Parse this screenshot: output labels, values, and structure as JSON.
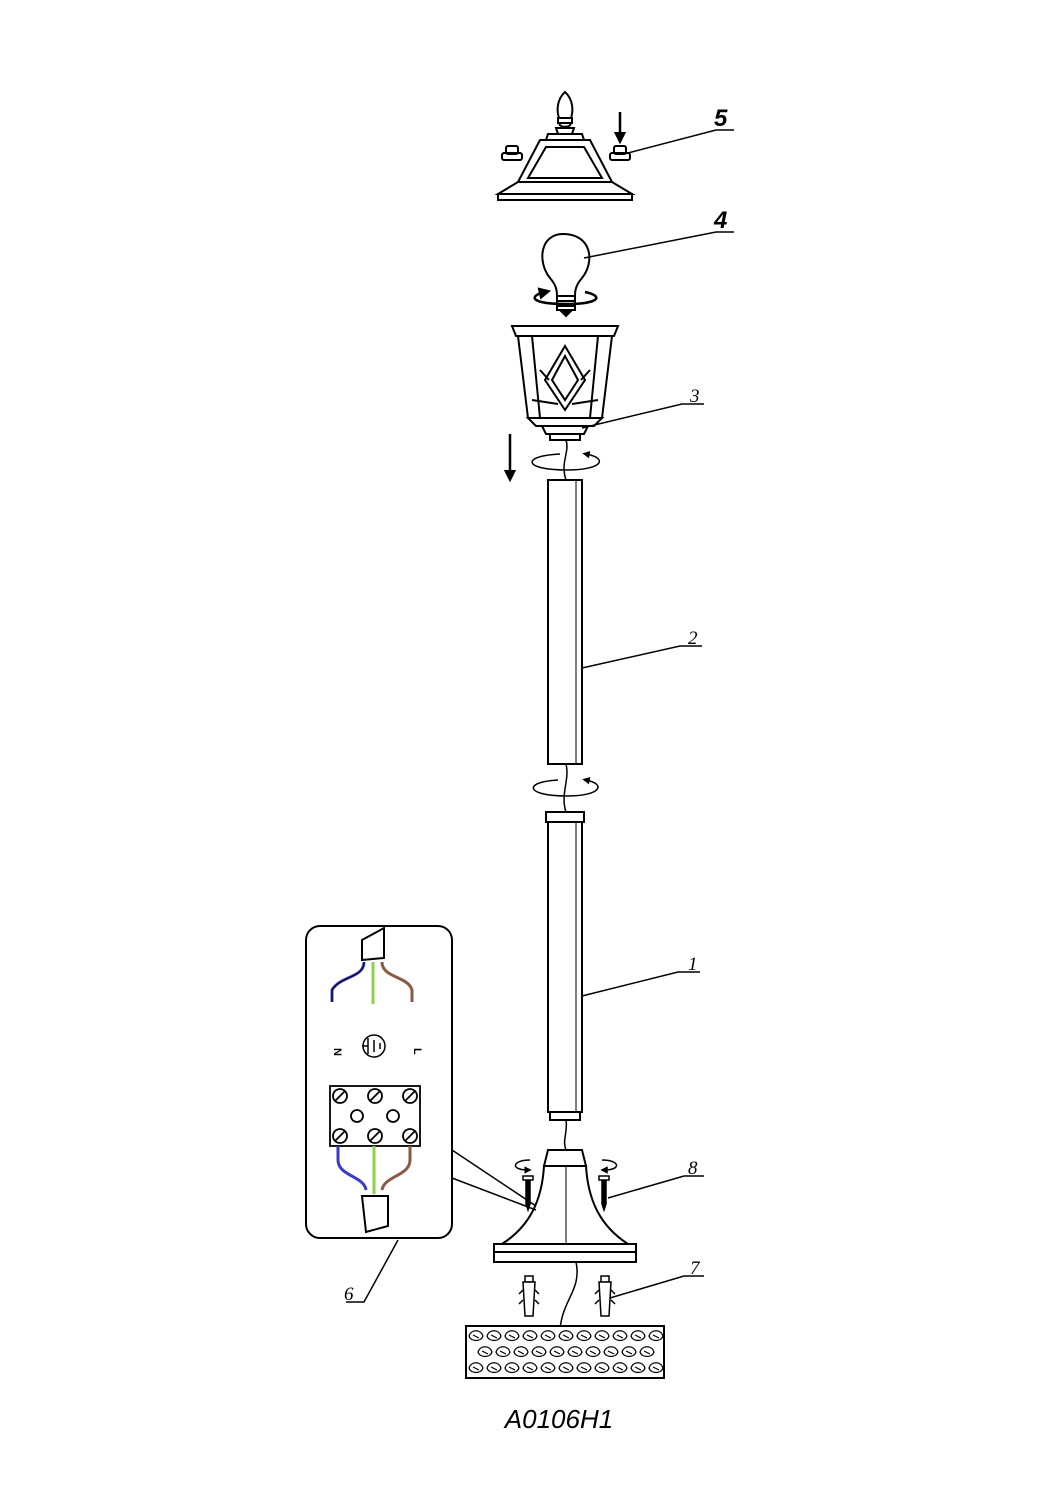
{
  "diagram": {
    "parts": [
      {
        "id": "part-1",
        "number": "1"
      },
      {
        "id": "part-2",
        "number": "2"
      },
      {
        "id": "part-3",
        "number": "3"
      },
      {
        "id": "part-4",
        "number": "4"
      },
      {
        "id": "part-5",
        "number": "5"
      },
      {
        "id": "part-6",
        "number": "6"
      },
      {
        "id": "part-7",
        "number": "7"
      },
      {
        "id": "part-8",
        "number": "8"
      }
    ],
    "terminals": {
      "neutral": "N",
      "live": "L"
    },
    "model_code": "A0106H1",
    "colors": {
      "line": "#000000",
      "wire_neutral": "#3a3ac8",
      "wire_earth": "#8fd04a",
      "wire_live": "#8a5a44"
    }
  }
}
